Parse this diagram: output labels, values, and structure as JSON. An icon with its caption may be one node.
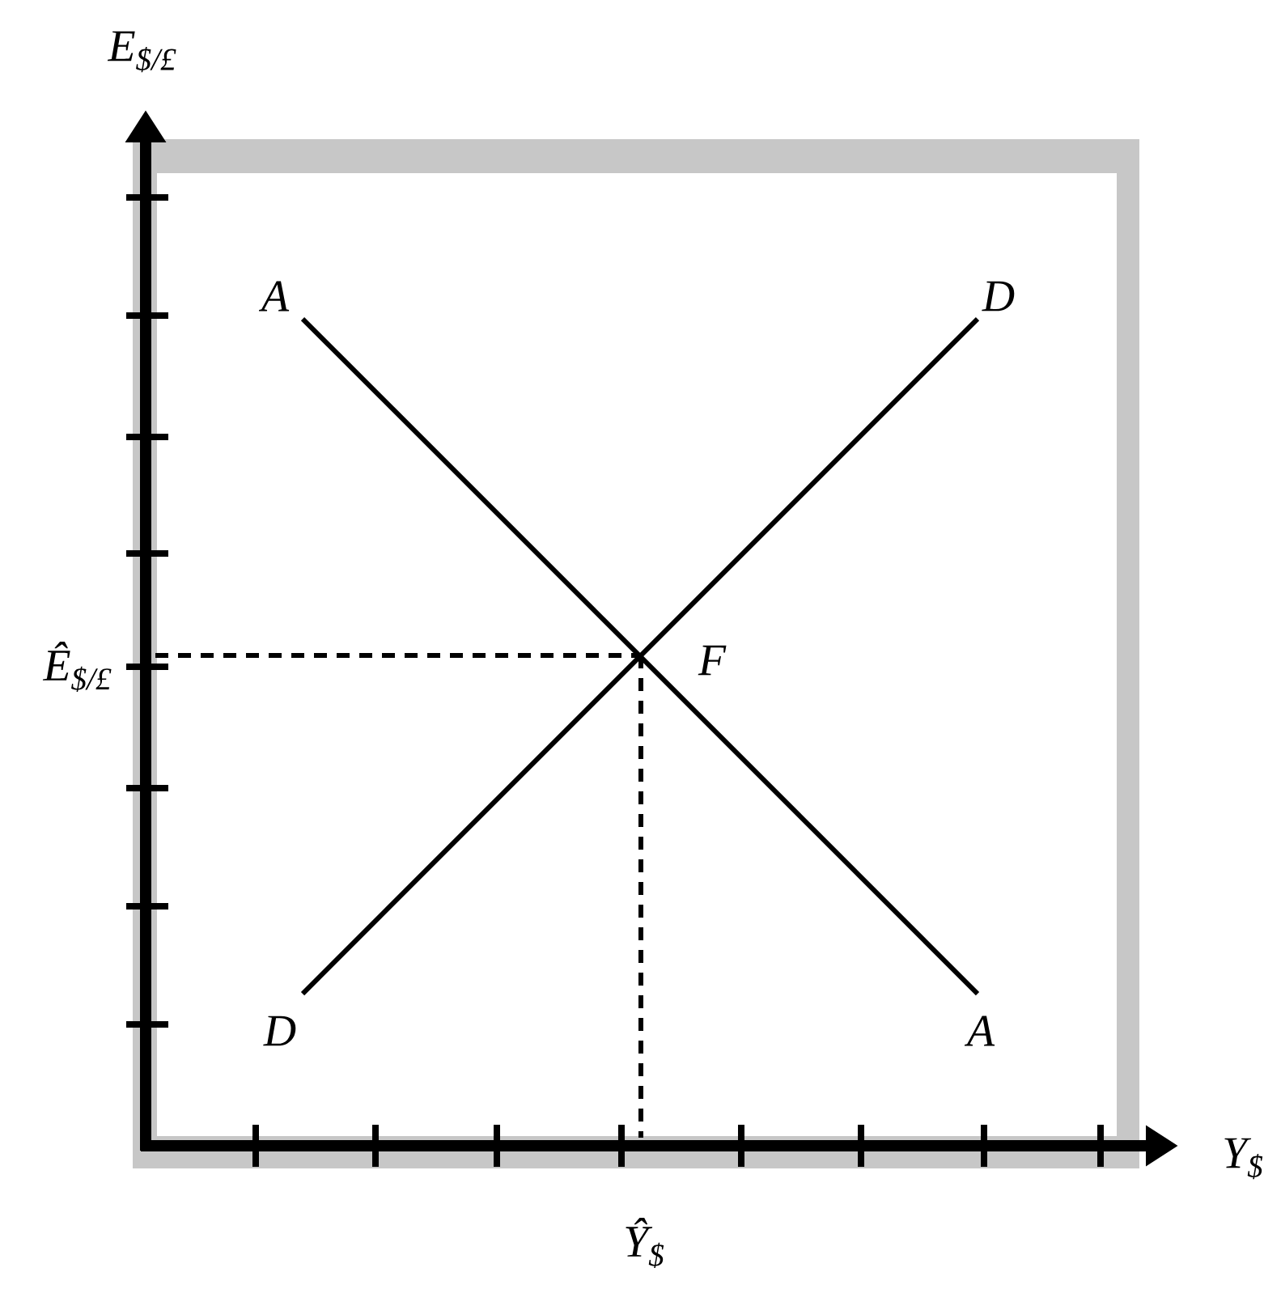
{
  "diagram": {
    "labels": [
      "*E*$_{$/£}$",
      "A",
      "D",
      "*Ê*$_{$/£}$",
      "F",
      "D",
      "A",
      "*Y*$_{$}$",
      "*Ŷ*$_{$}$"
    ]
  }
}
